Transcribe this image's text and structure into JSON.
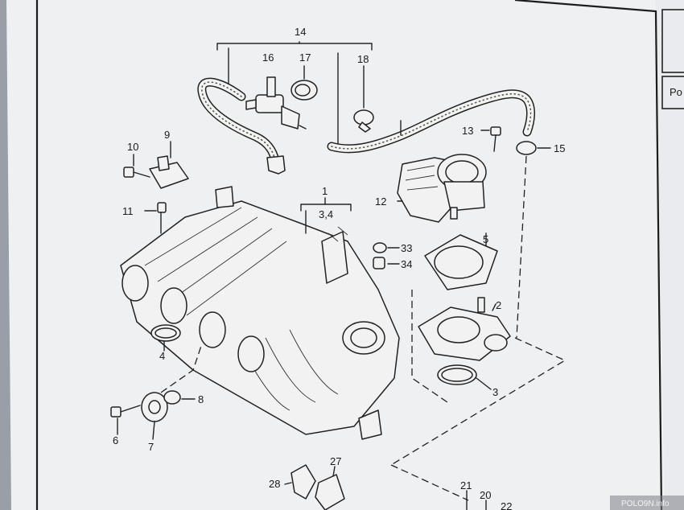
{
  "callouts": {
    "n1": "1",
    "n2": "2",
    "n3": "3",
    "n34": "3,4",
    "n4": "4",
    "n5": "5",
    "n6": "6",
    "n7": "7",
    "n8": "8",
    "n9": "9",
    "n10": "10",
    "n11": "11",
    "n12": "12",
    "n13": "13",
    "n14": "14",
    "n15": "15",
    "n16": "16",
    "n17": "17",
    "n18": "18",
    "n20": "20",
    "n21": "21",
    "n22": "22",
    "n27": "27",
    "n28": "28",
    "n33": "33",
    "n34b": "34"
  },
  "side_sheet": {
    "tab_text": "Po"
  },
  "watermark": {
    "text": "POLO9N.info"
  },
  "colors": {
    "paper": "#eef0f2",
    "ink": "#222222",
    "background": "#9a9ea6"
  }
}
